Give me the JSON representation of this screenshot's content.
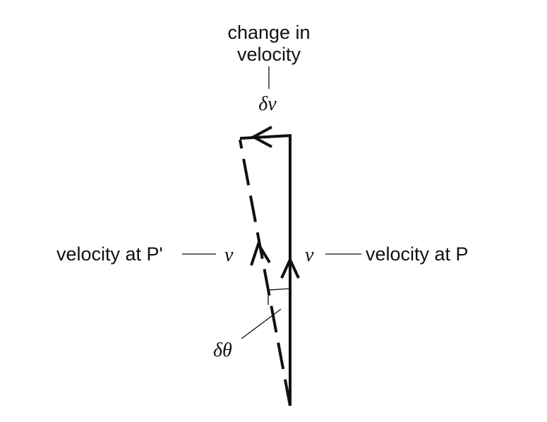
{
  "labels": {
    "change_line1": "change in",
    "change_line2": "velocity",
    "delta_v": "δv",
    "velocity_at_p_prime": "velocity at P'",
    "velocity_at_p": "velocity at P",
    "v_left": "v",
    "v_right": "v",
    "delta_theta": "δθ"
  }
}
